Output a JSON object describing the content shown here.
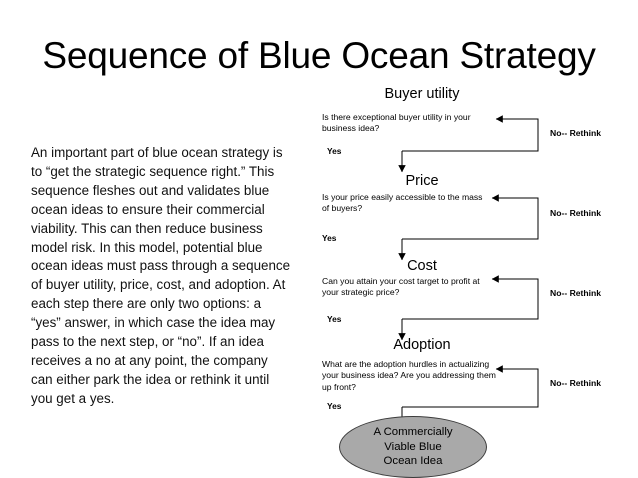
{
  "slide": {
    "title": "Sequence of Blue Ocean Strategy",
    "body_text": "An important part of blue ocean strategy is to “get the strategic sequence right.”  This sequence fleshes out and validates blue ocean ideas to ensure their commercial viability.  This can then reduce business model risk.  In this model, potential blue ocean ideas must pass through a sequence of buyer utility, price, cost, and adoption.  At each step there are only two options: a “yes” answer, in which case the idea may pass to the next step, or “no”.  If an idea receives a no at any point, the company can either park the idea or rethink it until you get a yes."
  },
  "diagram": {
    "type": "flowchart",
    "stages": [
      {
        "heading": "Buyer utility",
        "question": "Is there exceptional buyer utility in your business idea?",
        "yes_label": "Yes",
        "no_label": "No-- Rethink"
      },
      {
        "heading": "Price",
        "question": "Is your price easily accessible to the mass of buyers?",
        "yes_label": "Yes",
        "no_label": "No-- Rethink"
      },
      {
        "heading": "Cost",
        "question": "Can you attain your cost target to profit at your strategic price?",
        "yes_label": "Yes",
        "no_label": "No-- Rethink"
      },
      {
        "heading": "Adoption",
        "question": "What are the adoption hurdles in actualizing your business idea?  Are you addressing them up front?",
        "yes_label": "Yes",
        "no_label": "No-- Rethink"
      }
    ],
    "outcome": {
      "line1": "A Commercially",
      "line2": "Viable Blue",
      "line3": "Ocean Idea",
      "fill_color": "#a9a9a9",
      "stroke_color": "#3c3c3c"
    },
    "line_color": "#000000",
    "background_color": "#ffffff"
  }
}
